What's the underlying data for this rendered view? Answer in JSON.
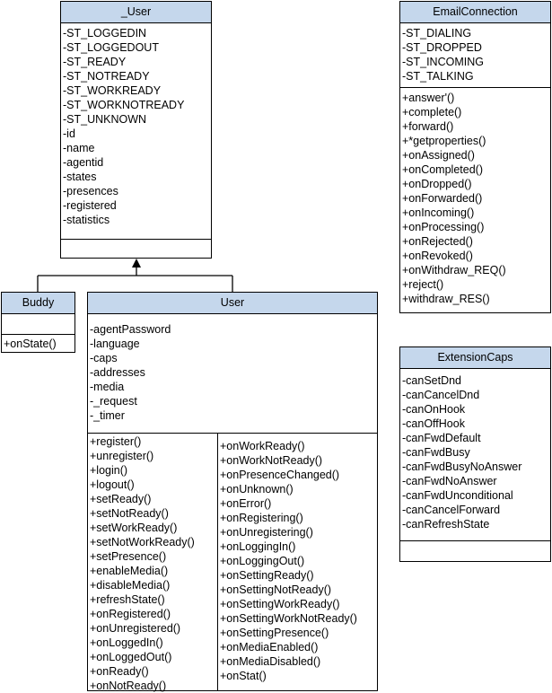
{
  "classes": {
    "base_user": {
      "name": "_User",
      "attributes": [
        "-ST_LOGGEDIN",
        "-ST_LOGGEDOUT",
        "-ST_READY",
        "-ST_NOTREADY",
        "-ST_WORKREADY",
        "-ST_WORKNOTREADY",
        "-ST_UNKNOWN",
        "-id",
        "-name",
        "-agentid",
        "-states",
        "-presences",
        "-registered",
        "-statistics"
      ],
      "operations": []
    },
    "email_connection": {
      "name": "EmailConnection",
      "attributes": [
        "-ST_DIALING",
        "-ST_DROPPED",
        "-ST_INCOMING",
        "-ST_TALKING"
      ],
      "operations": [
        "+answer'()",
        "+complete()",
        "+forward()",
        "+*getproperties()",
        "+onAssigned()",
        "+onCompleted()",
        "+onDropped()",
        "+onForwarded()",
        "+onIncoming()",
        "+onProcessing()",
        "+onRejected()",
        "+onRevoked()",
        "+onWithdraw_REQ()",
        "+reject()",
        "+withdraw_RES()"
      ]
    },
    "buddy": {
      "name": "Buddy",
      "attributes": [],
      "operations": [
        "+onState()"
      ]
    },
    "user": {
      "name": "User",
      "attributes": [
        "-agentPassword",
        "-language",
        "-caps",
        "-addresses",
        "-media",
        "-_request",
        "-_timer"
      ],
      "operations_left": [
        "+register()",
        "+unregister()",
        "+login()",
        "+logout()",
        "+setReady()",
        "+setNotReady()",
        "+setWorkReady()",
        "+setNotWorkReady()",
        "+setPresence()",
        "+enableMedia()",
        "+disableMedia()",
        "+refreshState()",
        "+onRegistered()",
        "+onUnregistered()",
        "+onLoggedIn()",
        "+onLoggedOut()",
        "+onReady()",
        "+onNotReady()"
      ],
      "operations_right": [
        "+onWorkReady()",
        "+onWorkNotReady()",
        "+onPresenceChanged()",
        "+onUnknown()",
        "+onError()",
        "+onRegistering()",
        "+onUnregistering()",
        "+onLoggingIn()",
        "+onLoggingOut()",
        "+onSettingReady()",
        "+onSettingNotReady()",
        "+onSettingWorkReady()",
        "+onSettingWorkNotReady()",
        "+onSettingPresence()",
        "+onMediaEnabled()",
        "+onMediaDisabled()",
        "+onStat()"
      ]
    },
    "extension_caps": {
      "name": "ExtensionCaps",
      "attributes": [
        "-canSetDnd",
        "-canCancelDnd",
        "-canOnHook",
        "-canOffHook",
        "-canFwdDefault",
        "-canFwdBusy",
        "-canFwdBusyNoAnswer",
        "-canFwdNoAnswer",
        "-canFwdUnconditional",
        "-canCancelForward",
        "-canRefreshState"
      ],
      "operations": []
    }
  },
  "colors": {
    "class_header": "#c5d7ec",
    "border": "#000000",
    "background": "#ffffff"
  }
}
